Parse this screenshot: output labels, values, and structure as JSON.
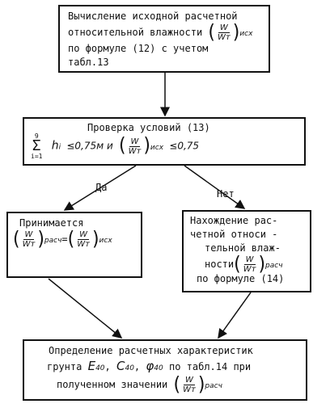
{
  "nodes": {
    "start": {
      "line1": "Вычисление исходной расчетной",
      "line2": "относительной влажности",
      "line3": "по формуле (12) с учетом",
      "line4": "табл.13",
      "frac_num": "W",
      "frac_den": "Wт",
      "frac_sub": "исх"
    },
    "check": {
      "line1": "Проверка условий (13)",
      "sum_top": "9",
      "sum_bot": "i=1",
      "cond1": "h",
      "cond1_sub": "i",
      "cond1_rest": "≤0,75м и",
      "frac_num": "W",
      "frac_den": "Wт",
      "frac_sub": "исх",
      "cond2": "≤0,75"
    },
    "accept": {
      "line1": "Принимается",
      "left_num": "W",
      "left_den": "Wт",
      "left_sub": "расч",
      "eq": "=",
      "right_num": "W",
      "right_den": "Wт",
      "right_sub": "исх"
    },
    "compute": {
      "line1": "Нахождение рас-",
      "line2": "четной относи -",
      "line3": "тельной влаж-",
      "line4": "ности",
      "frac_num": "W",
      "frac_den": "Wт",
      "frac_sub": "расч",
      "line5": "по формуле (14)"
    },
    "result": {
      "line1": "Определение расчетных характеристик",
      "line2a": "грунта",
      "e": "E",
      "e_sub": "40",
      "c": "C",
      "c_sub": "40",
      "phi": "φ",
      "phi_sub": "40",
      "line2b": "по табл.14   при",
      "line3": "полученном значении",
      "frac_num": "W",
      "frac_den": "Wт",
      "frac_sub": "расч"
    }
  },
  "edges": {
    "yes_label": "Да",
    "no_label": "Нет"
  }
}
